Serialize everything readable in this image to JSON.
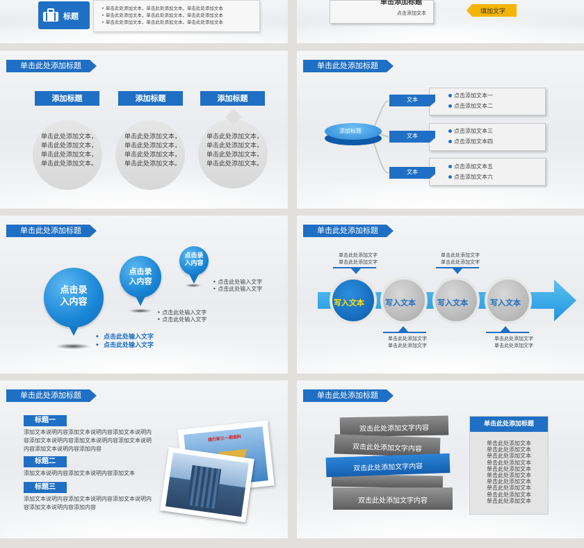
{
  "s1": {
    "title": "标题",
    "lines": [
      "单击此处添加文本，单击此处添加文本，单击此处添加文本",
      "单击此处添加文本，单击此处添加文本，单击此处添加文本",
      "单击此处添加文本，单击此处添加文本，单击此处添加文本"
    ]
  },
  "s2": {
    "box_title": "单击添加标题",
    "box_text": "点击添加文本",
    "tag": "填加文字"
  },
  "s3": {
    "title": "单击此处添加标题",
    "heads": [
      "添加标题",
      "添加标题",
      "添加标题"
    ],
    "body": [
      "单击此处添加文本，",
      "单击此处添加文本，",
      "单击此处添加文本，",
      "单击此处添加文本。"
    ]
  },
  "s4": {
    "title": "单击此处添加标题",
    "center": "添加标题",
    "tabs": [
      "文本",
      "文本",
      "文本"
    ],
    "items": [
      "点击添加文本一",
      "点击添加文本二",
      "点击添加文本三",
      "点击添加文本四",
      "点击添加文本五",
      "点击添加文本六"
    ]
  },
  "s5": {
    "title": "单击此处添加标题",
    "pin_big": "点击录入内容",
    "pin_mid": "点击录入内容",
    "pin_small": "点击录入内容",
    "small_lines": [
      "点击此处输入文字",
      "点击此处输入文字"
    ],
    "mid_lines": [
      "点击此处输入文字",
      "点击此处输入文字"
    ],
    "big_lines": [
      "点击此处输入文字",
      "点击此处输入文字"
    ]
  },
  "s6": {
    "title": "单击此处添加标题",
    "circles": [
      "写入文本",
      "写入文本",
      "写入文本",
      "写入文本"
    ],
    "note": "单击此处添加文字"
  },
  "s7": {
    "title": "单击此处添加标题",
    "h1": "标题一",
    "p1": [
      "添加文本说明内容添加文本说明内容添加文本说明内",
      "容添加文本说明内容添加文本说明内容添加文本说明",
      "内容添加文本说明内容添加内容"
    ],
    "h2": "标题二",
    "p2": [
      "添加文本说明内容添加文本说明内容添加文本"
    ],
    "h3": "标题三",
    "p3": [
      "添加文本说明内容添加文本说明内容添加文本说明内",
      "容添加文本说明内容添加内容"
    ],
    "photo_caption": "建行新三一期面料"
  },
  "s8": {
    "title": "单击此处添加标题",
    "books": [
      "双击此处添加文字内容",
      "双击此处添加文字内容",
      "双击此处添加文字内容",
      "双击此处添加文字内容"
    ],
    "panel_title": "单击此处添加标题",
    "panel_line": "单击此处添加文本"
  }
}
